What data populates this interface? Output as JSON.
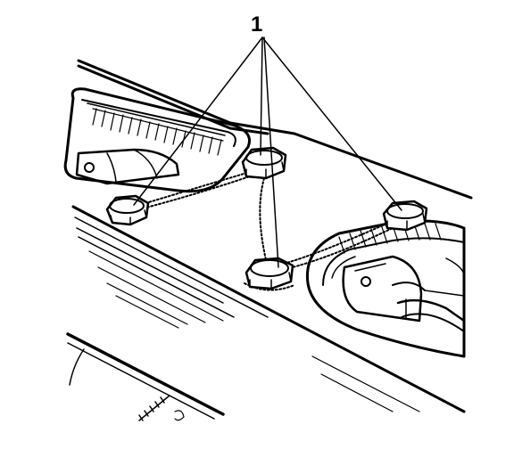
{
  "figure": {
    "callout_number": "1",
    "parts": [
      {
        "name": "nut-left"
      },
      {
        "name": "nut-top"
      },
      {
        "name": "nut-right"
      },
      {
        "name": "nut-front"
      }
    ]
  },
  "colors": {
    "ink": "#000000",
    "paper": "#ffffff"
  }
}
